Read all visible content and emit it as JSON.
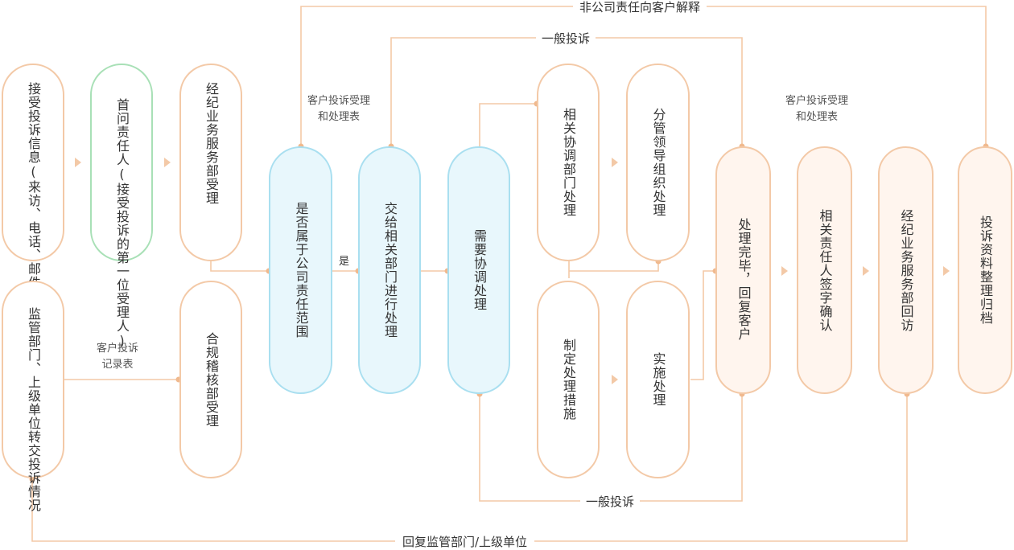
{
  "nodes": {
    "receive": "接受投诉信息(来访、电话、邮件、网络留言等)",
    "first_responsible": "首问责任人(接受投诉的第一位受理人)",
    "broker_accept": "经纪业务服务部受理",
    "regulator": "监管部门、上级单位转交投诉情况",
    "compliance": "合规稽核部受理",
    "is_company_scope": "是否属于公司责任范围",
    "assign_department": "交给相关部门进行处理",
    "need_coordination": "需要协调处理",
    "related_coordination": "相关协调部门处理",
    "leader_organize": "分管领导组织处理",
    "make_measures": "制定处理措施",
    "implement": "实施处理",
    "complete_reply": "处理完毕，回复客户",
    "responsible_sign": "相关责任人签字确认",
    "broker_revisit": "经纪业务服务部回访",
    "archive": "投诉资料整理归档"
  },
  "labels": {
    "non_company_explain": "非公司责任向客户解释",
    "general_complaint_top": "一般投诉",
    "general_complaint_bottom": "一般投诉",
    "reply_regulator": "回复监管部门/上级单位",
    "yes": "是",
    "form_left_line1": "客户投诉受理",
    "form_left_line2": "和处理表",
    "form_right_line1": "客户投诉受理",
    "form_right_line2": "和处理表",
    "record_line1": "客户投诉",
    "record_line2": "记录表"
  },
  "colors": {
    "line": "#f3c9a7",
    "dot": "#f0b98e",
    "green_border": "#a8e0b6",
    "blue_border": "#a9dff0",
    "blue_fill": "#e8f7fc",
    "peach_fill": "#fff5ee"
  }
}
